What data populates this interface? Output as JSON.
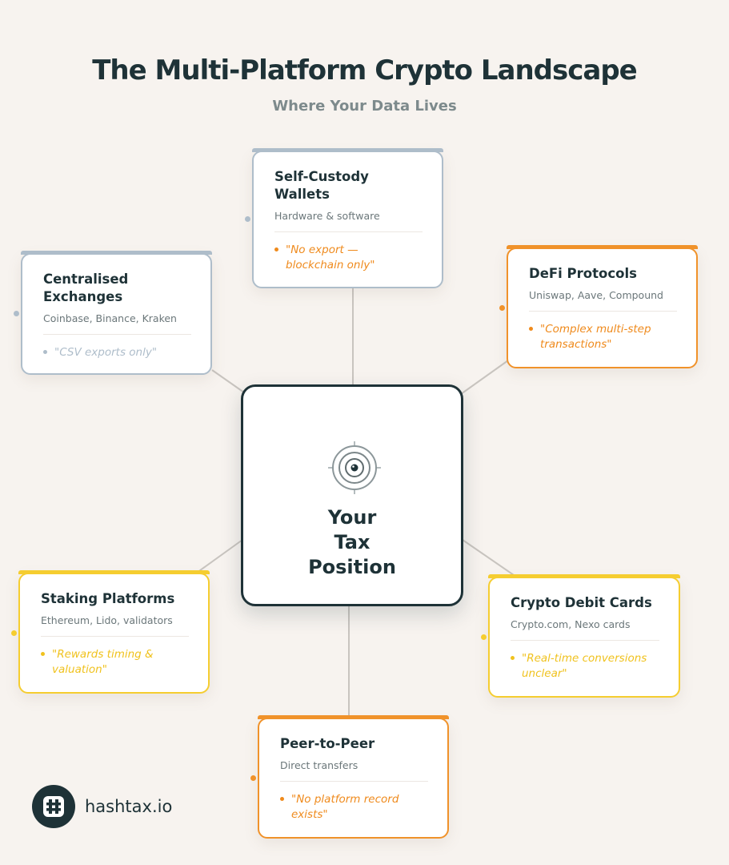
{
  "header": {
    "title": "The Multi-Platform Crypto Landscape",
    "subtitle": "Where Your Data Lives"
  },
  "center": {
    "label_lines": [
      "Your",
      "Tax",
      "Position"
    ],
    "icon": "target-icon"
  },
  "platforms": [
    {
      "title_lines": [
        "Self-Custody",
        "Wallets"
      ],
      "sub": "Hardware & software",
      "quote_lines": [
        "\"No export —",
        "blockchain only\""
      ],
      "accent": "#aebdca"
    },
    {
      "title_lines": [
        "Centralised",
        "Exchanges"
      ],
      "sub": "Coinbase, Binance, Kraken",
      "quote_lines": [
        "\"CSV exports only\""
      ],
      "accent": "#aebdca"
    },
    {
      "title_lines": [
        "DeFi Protocols"
      ],
      "sub": "Uniswap, Aave, Compound",
      "quote_lines": [
        "\"Complex multi-step",
        "transactions\""
      ],
      "accent": "#f0922a"
    },
    {
      "title_lines": [
        "Staking Platforms"
      ],
      "sub": "Ethereum, Lido, validators",
      "quote_lines": [
        "\"Rewards timing &",
        "valuation\""
      ],
      "accent": "#f5cd30"
    },
    {
      "title_lines": [
        "Crypto Debit Cards"
      ],
      "sub": "Crypto.com, Nexo cards",
      "quote_lines": [
        "\"Real-time conversions",
        "unclear\""
      ],
      "accent": "#f5cd30"
    },
    {
      "title_lines": [
        "Peer-to-Peer"
      ],
      "sub": "Direct transfers",
      "quote_lines": [
        "\"No platform record",
        "exists\""
      ],
      "accent": "#f0922a"
    }
  ],
  "brand": {
    "name": "hashtax.io",
    "icon": "hash-logo-icon",
    "colors": {
      "dark": "#1e3237",
      "background": "#f7f3ef"
    }
  }
}
